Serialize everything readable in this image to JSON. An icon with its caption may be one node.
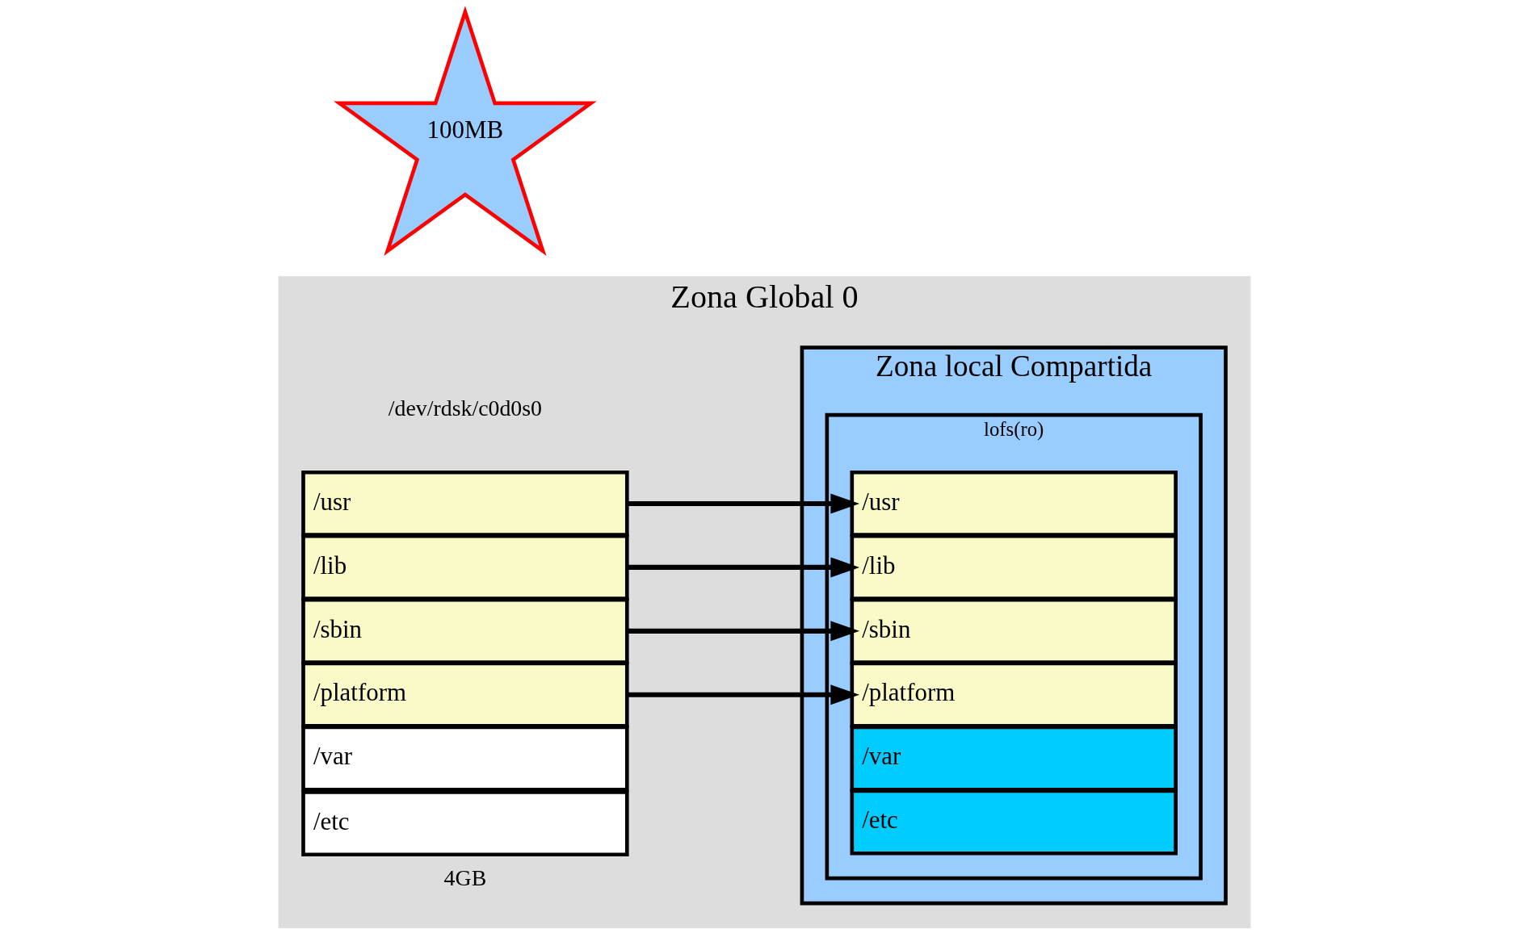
{
  "diagram": {
    "nodes": [
      {
        "text": [
          "Zona Global 0"
        ]
      },
      {
        "text": [
          "/usr"
        ],
        "in": 0
      },
      {
        "text": [
          "/lib"
        ],
        "in": 0
      },
      {
        "text": [
          "/sbin"
        ],
        "in": 0
      },
      {
        "text": [
          "/platform"
        ],
        "in": 0
      },
      {
        "text": [
          "/var"
        ],
        "in": 0
      },
      {
        "text": [
          "/etc"
        ],
        "in": 0
      },
      {
        "text": [
          "Zona local Compartida"
        ],
        "in": 0
      },
      {
        "text": [
          "lofs(ro)"
        ],
        "in": 7
      },
      {
        "text": [
          "/usr"
        ],
        "in": 8
      },
      {
        "text": [
          "/lib"
        ],
        "in": 8
      },
      {
        "text": [
          "/sbin"
        ],
        "in": 8
      },
      {
        "text": [
          "/platform"
        ],
        "in": 8
      },
      {
        "text": [
          "/var"
        ],
        "in": 8
      },
      {
        "text": [
          "/etc"
        ],
        "in": 8
      },
      {
        "text": [
          "100MB"
        ]
      }
    ],
    "edges": [
      {
        "from": 1,
        "to": 9,
        "arrow": "to"
      },
      {
        "from": 2,
        "to": 10,
        "arrow": "to"
      },
      {
        "from": 3,
        "to": 11,
        "arrow": "to"
      },
      {
        "from": 4,
        "to": 12,
        "arrow": "to"
      }
    ],
    "labels": [
      "/dev/rdsk/c0d0s0",
      "4GB"
    ]
  }
}
